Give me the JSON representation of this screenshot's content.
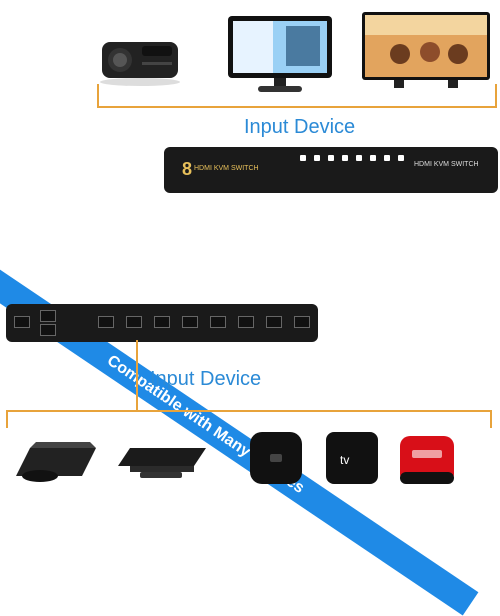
{
  "banner": {
    "text": "Compatible with Many Devices"
  },
  "top_section": {
    "label": "Input Device"
  },
  "bottom_section": {
    "label": "Input Device"
  },
  "kvm_front": {
    "number": "8",
    "model": "HDMI KVM SWITCH",
    "brand_text": "HDMI KVM SWITCH"
  },
  "colors": {
    "accent_blue": "#1f8ae6",
    "orange_line": "#e8a33b",
    "device_black": "#1a1a1a"
  },
  "icons": [
    "projector-icon",
    "monitor-icon",
    "tv-icon",
    "ps3-icon",
    "ps4-icon",
    "mi-box-icon",
    "apple-tv-icon",
    "media-box-icon"
  ]
}
